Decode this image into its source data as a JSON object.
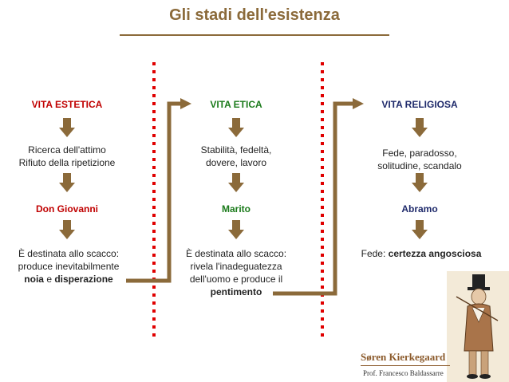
{
  "title": "Gli stadi dell'esistenza",
  "columns": [
    {
      "heading": "VITA ESTETICA",
      "traits": [
        "Ricerca dell'attimo",
        "Rifiuto della ripetizione"
      ],
      "figure": "Don Giovanni",
      "outcome": {
        "line1": "È destinata allo scacco:",
        "line2": "produce inevitabilmente",
        "w1": "noia",
        "and": "e",
        "w2": "disperazione"
      }
    },
    {
      "heading": "VITA ETICA",
      "traits": [
        "Stabilità, fedeltà,",
        "dovere, lavoro"
      ],
      "figure": "Marito",
      "outcome": {
        "line1": "È destinata allo scacco:",
        "line2": "rivela l'inadeguatezza",
        "line3": "dell'uomo e produce il",
        "w1": "pentimento"
      }
    },
    {
      "heading": "VITA RELIGIOSA",
      "traits": [
        "Fede, paradosso,",
        "solitudine, scandalo"
      ],
      "figure": "Abramo",
      "outcome": {
        "label": "Fede:",
        "w1": "certezza angosciosa"
      }
    }
  ],
  "footer": {
    "portrait_name": "Søren Kierkegaard",
    "credit": "Prof. Francesco Baldassarre"
  },
  "colors": {
    "title": "#8b6a3a",
    "arrow": "#8b6a3a",
    "divider": "#e00000",
    "estetica": "#c00000",
    "etica": "#1a7a1a",
    "religiosa": "#1f2a6b"
  }
}
